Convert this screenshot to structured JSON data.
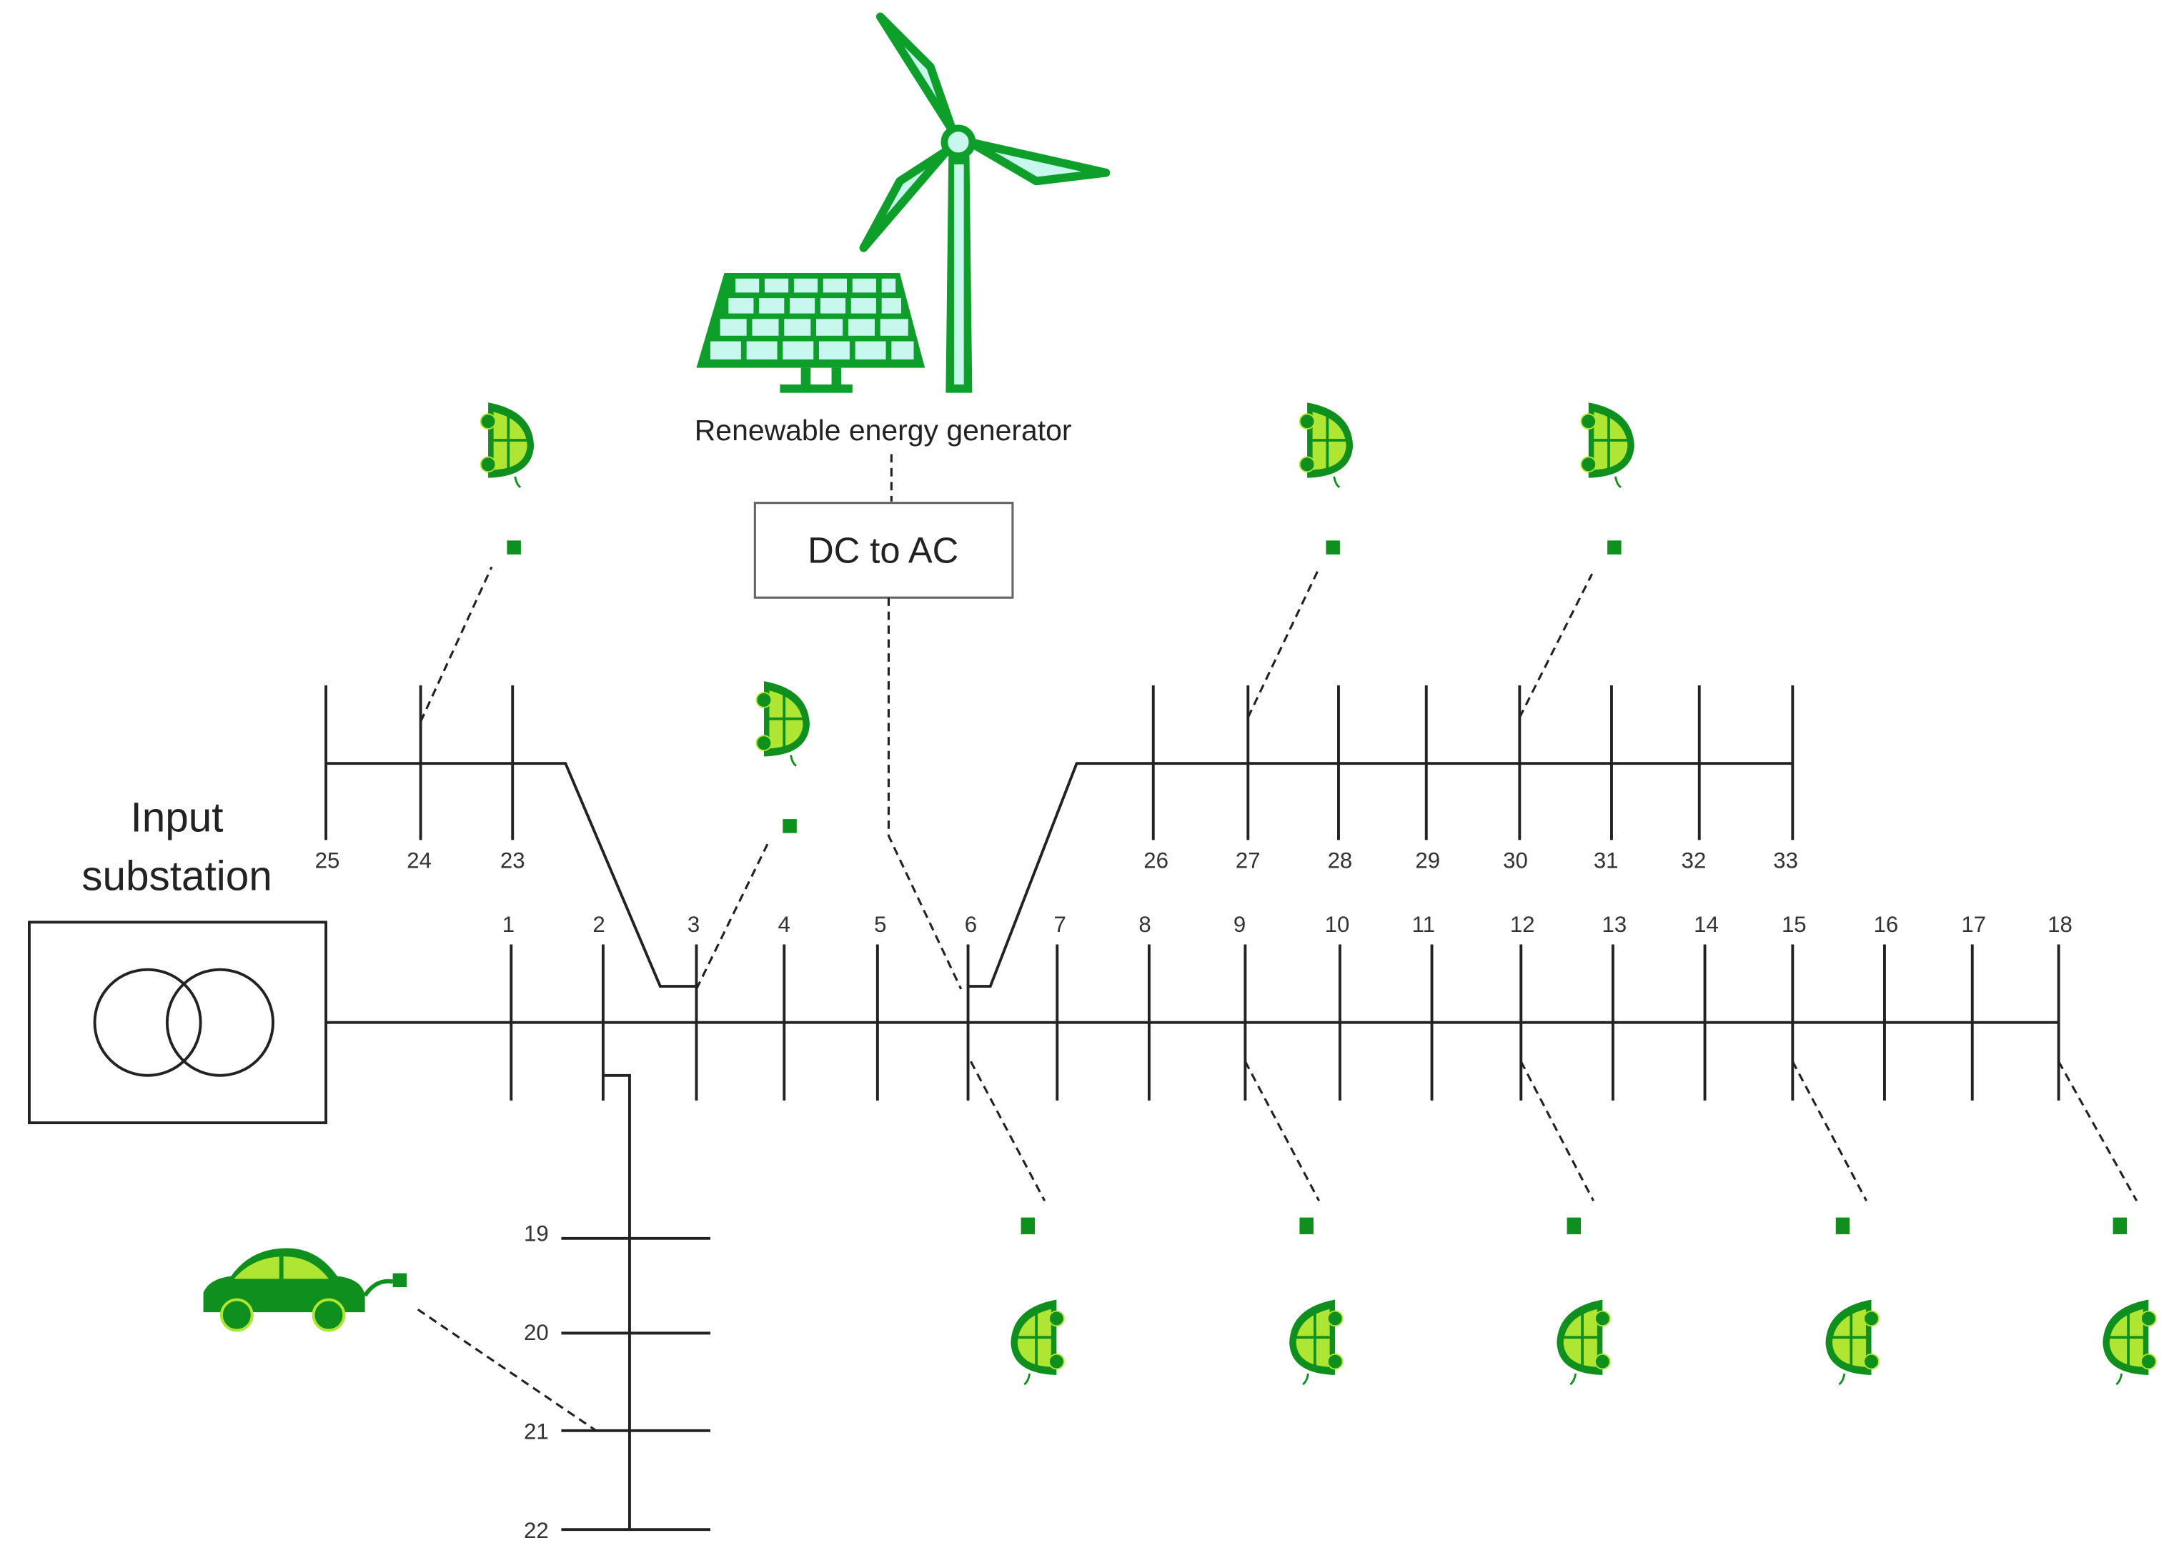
{
  "labels": {
    "input_substation_line1": "Input",
    "input_substation_line2": "substation",
    "renewable": "Renewable energy generator",
    "converter": "DC to AC"
  },
  "buses": {
    "main": [
      "1",
      "2",
      "3",
      "4",
      "5",
      "6",
      "7",
      "8",
      "9",
      "10",
      "11",
      "12",
      "13",
      "14",
      "15",
      "16",
      "17",
      "18"
    ],
    "upper_right": [
      "26",
      "27",
      "28",
      "29",
      "30",
      "31",
      "32",
      "33"
    ],
    "upper_left": [
      "25",
      "24",
      "23"
    ],
    "lateral": [
      "19",
      "20",
      "21",
      "22"
    ]
  },
  "ev_connections": [
    "24",
    "3",
    "27",
    "30",
    "6",
    "9",
    "12",
    "15",
    "18",
    "21"
  ],
  "colors": {
    "ev_dark_green": "#0e8f1e",
    "ev_light_green": "#aee633",
    "renewable_outline": "#0e9f2a",
    "renewable_fill": "#c8f7ee"
  },
  "icons": [
    "substation-transformer-icon",
    "solar-panel-icon",
    "wind-turbine-icon",
    "electric-car-icon"
  ]
}
